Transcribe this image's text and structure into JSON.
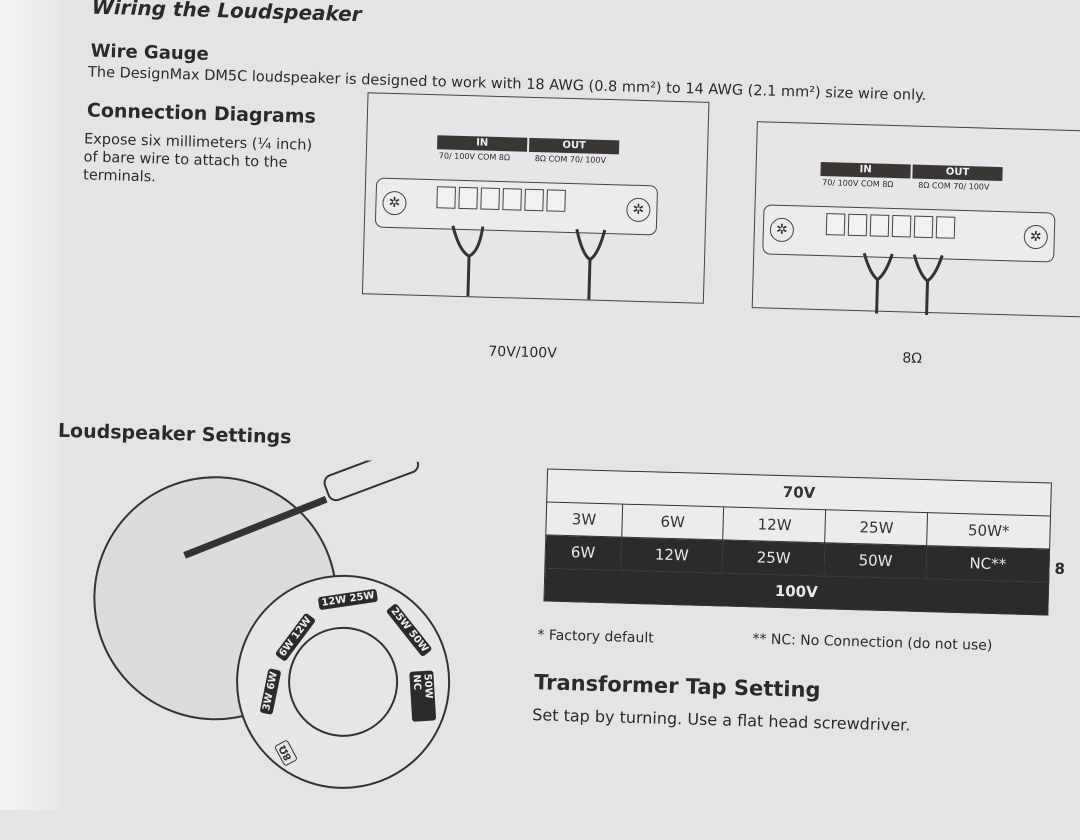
{
  "section_title": "Wiring the Loudspeaker",
  "wire_gauge": {
    "heading": "Wire Gauge",
    "text": "The DesignMax DM5C loudspeaker is designed to work with 18 AWG (0.8 mm²) to 14 AWG (2.1 mm²) size wire only."
  },
  "connection": {
    "heading": "Connection Diagrams",
    "text_lines": [
      "Expose six millimeters (¼ inch)",
      "of bare wire to attach to the",
      "terminals."
    ],
    "terminal": {
      "in": "IN",
      "out": "OUT",
      "labels_in": [
        "70/ 100V",
        "COM",
        "8Ω"
      ],
      "labels_out": [
        "8Ω",
        "COM",
        "70/ 100V"
      ]
    },
    "diagram1_caption": "70V/100V",
    "diagram2_caption": "8Ω"
  },
  "settings": {
    "heading": "Loudspeaker Settings",
    "dial_labels": [
      "3W 6W",
      "6W 12W",
      "12W 25W",
      "25W 50W",
      "50W NC",
      "8Ω"
    ]
  },
  "tap_table": {
    "top_header": "70V",
    "row_70v": [
      "3W",
      "6W",
      "12W",
      "25W",
      "50W*"
    ],
    "row_100v": [
      "6W",
      "12W",
      "25W",
      "50W",
      "NC**"
    ],
    "bottom_header": "100V",
    "side_partial": "8"
  },
  "footnotes": {
    "factory": "* Factory default",
    "nc": "** NC: No Connection (do not use)"
  },
  "transformer": {
    "heading": "Transformer Tap Setting",
    "text": "Set tap by turning. Use a flat head screwdriver."
  },
  "colors": {
    "paper": "#e4e4e6",
    "ink": "#2a2a2c",
    "dark_row": "#2d2b2a"
  }
}
